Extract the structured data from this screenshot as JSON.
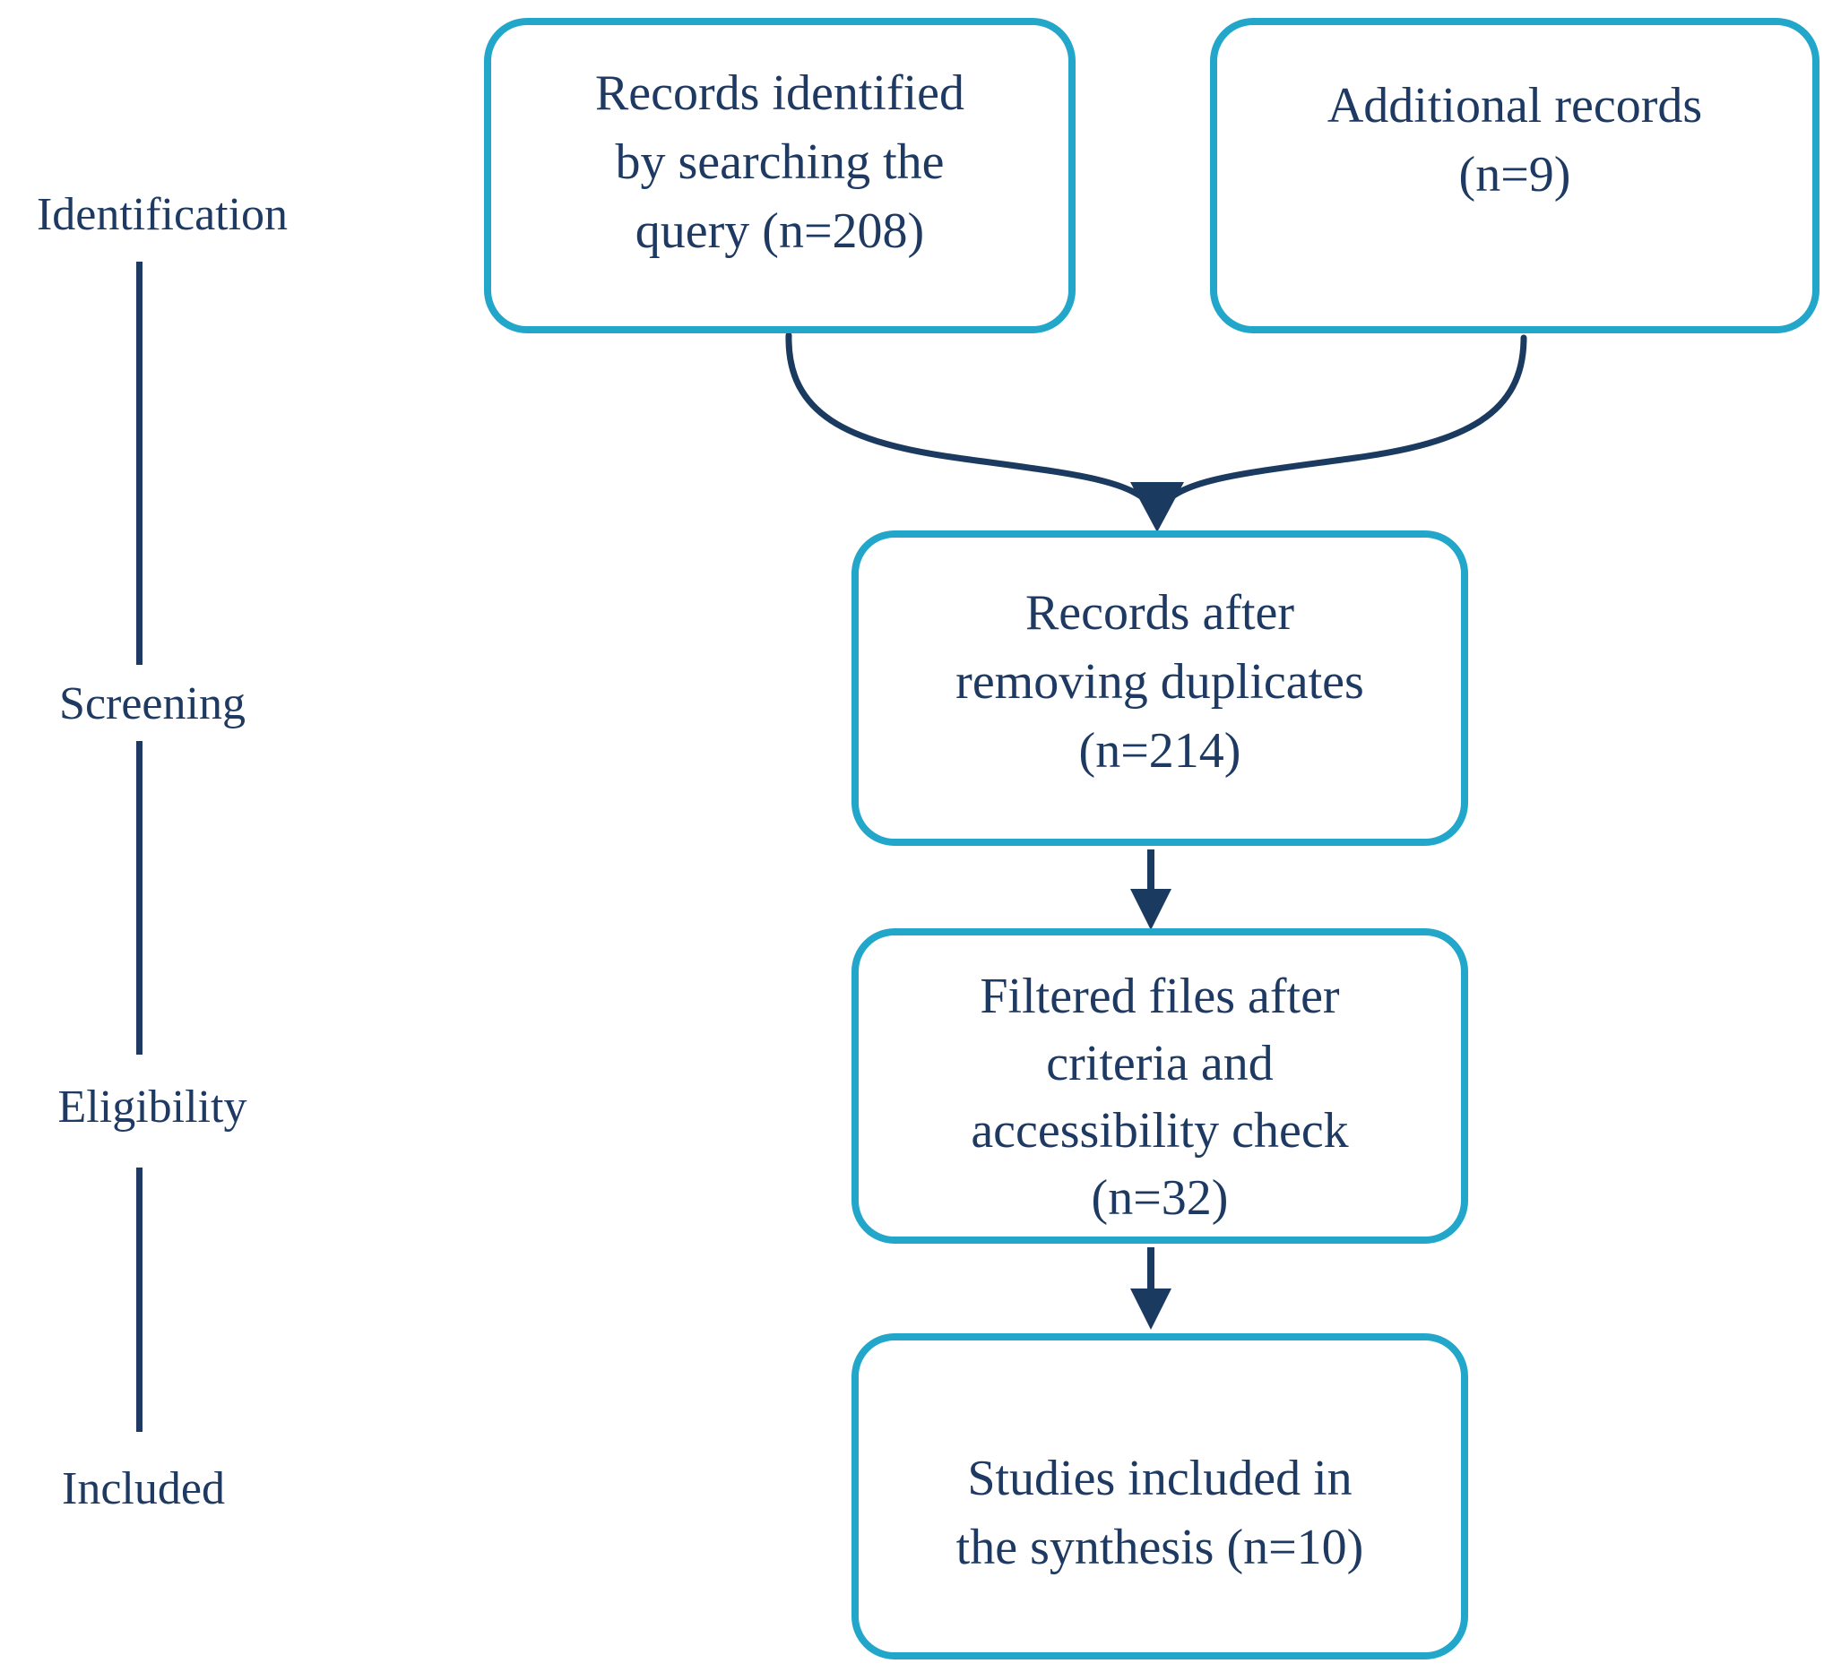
{
  "colors": {
    "accent": "#22a7cb",
    "ink": "#1e3a63",
    "arrow": "#1a3a60"
  },
  "stages": [
    {
      "label": "Identification"
    },
    {
      "label": "Screening"
    },
    {
      "label": "Eligibility"
    },
    {
      "label": "Included"
    }
  ],
  "boxes": {
    "records_identified": {
      "lines": [
        "Records identified",
        "by searching the",
        "query (n=208)"
      ],
      "n": 208
    },
    "additional_records": {
      "lines": [
        "Additional records",
        "(n=9)"
      ],
      "n": 9
    },
    "records_after_duplicates": {
      "lines": [
        "Records after",
        "removing duplicates",
        "(n=214)"
      ],
      "n": 214
    },
    "filtered_files": {
      "lines": [
        "Filtered files after",
        "criteria and",
        "accessibility check",
        "(n=32)"
      ],
      "n": 32
    },
    "studies_included": {
      "lines": [
        "Studies included in",
        "the synthesis (n=10)"
      ],
      "n": 10
    }
  }
}
